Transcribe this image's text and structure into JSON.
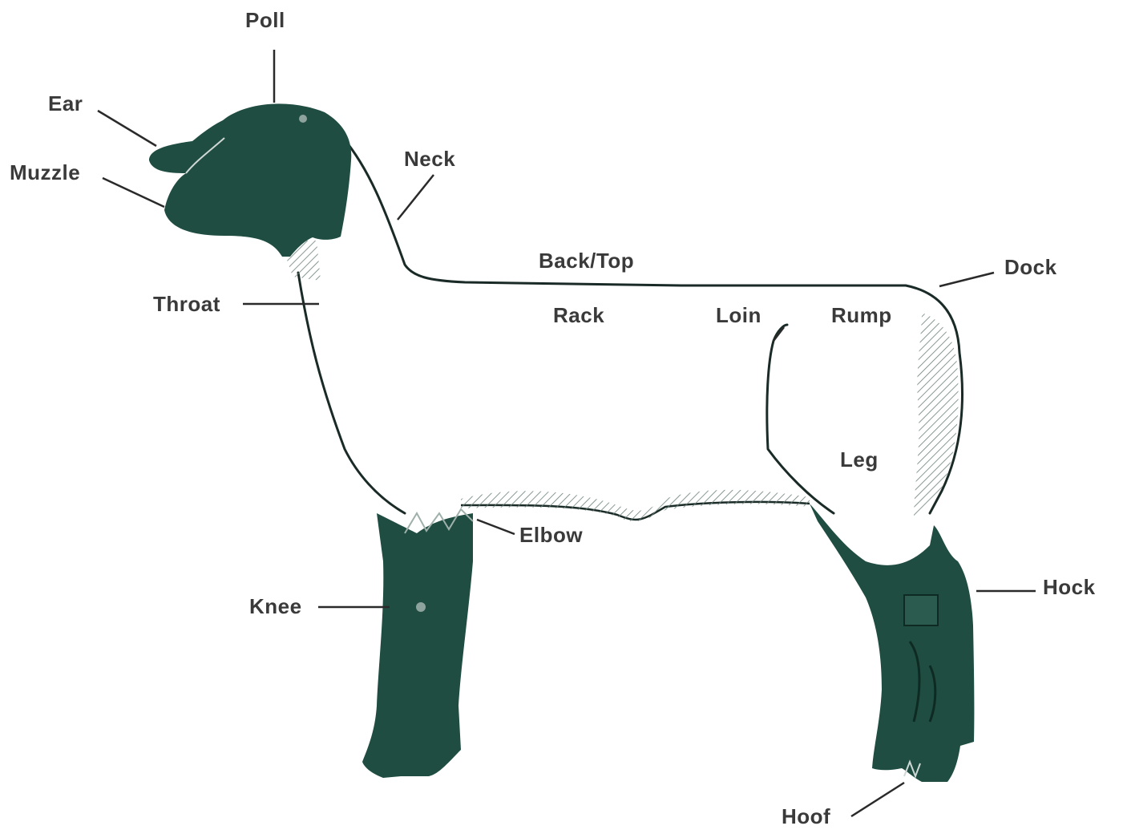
{
  "colors": {
    "body_dark": "#1f4d42",
    "outline": "#1a2b27",
    "label": "#3a3a3a",
    "background": "#ffffff"
  },
  "labels": {
    "poll": "Poll",
    "ear": "Ear",
    "muzzle": "Muzzle",
    "neck": "Neck",
    "back_top": "Back/Top",
    "dock": "Dock",
    "throat": "Throat",
    "rack": "Rack",
    "loin": "Loin",
    "rump": "Rump",
    "leg": "Leg",
    "elbow": "Elbow",
    "hock": "Hock",
    "knee": "Knee",
    "hoof": "Hoof"
  }
}
